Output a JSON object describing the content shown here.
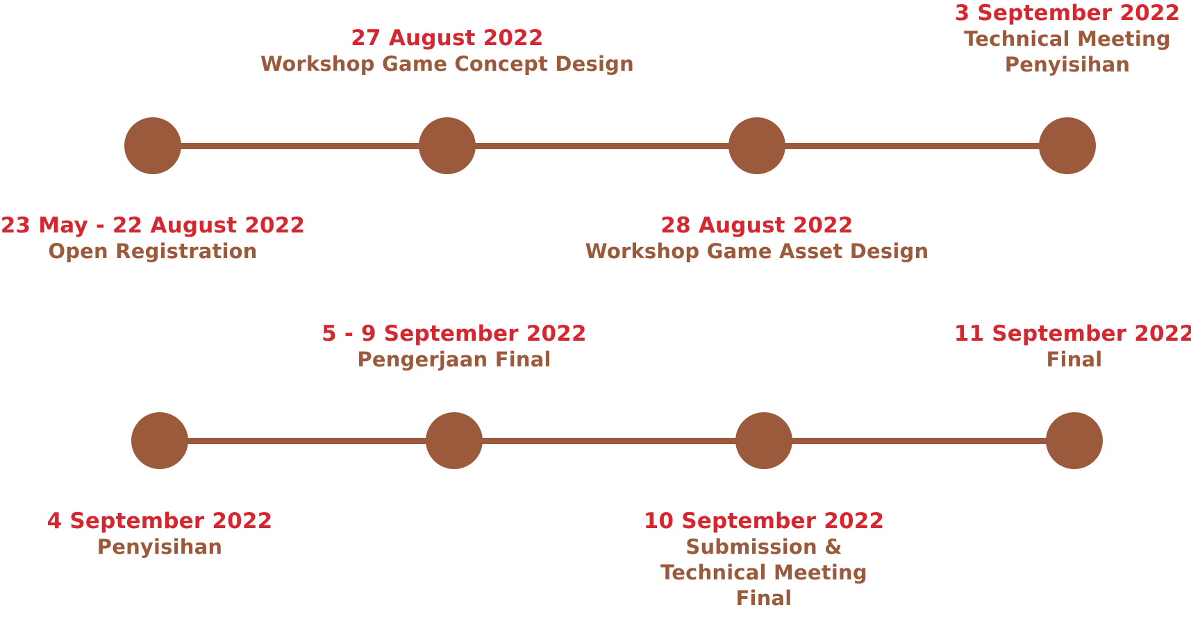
{
  "theme": {
    "date_color": "#d4272f",
    "event_color": "#9c5a3c",
    "node_color": "#9c5a3c"
  },
  "timeline": {
    "rows": [
      {
        "milestones": [
          {
            "date": "23 May - 22 August 2022",
            "event_lines": [
              "Open Registration"
            ]
          },
          {
            "date": "27 August 2022",
            "event_lines": [
              "Workshop Game Concept Design"
            ]
          },
          {
            "date": "28 August 2022",
            "event_lines": [
              "Workshop Game Asset Design"
            ]
          },
          {
            "date": "3 September 2022",
            "event_lines": [
              "Technical Meeting",
              "Penyisihan"
            ]
          }
        ]
      },
      {
        "milestones": [
          {
            "date": "4 September 2022",
            "event_lines": [
              "Penyisihan"
            ]
          },
          {
            "date": "5 - 9 September 2022",
            "event_lines": [
              "Pengerjaan Final"
            ]
          },
          {
            "date": "10 September 2022",
            "event_lines": [
              "Submission &",
              "Technical Meeting",
              "Final"
            ]
          },
          {
            "date": "11 September 2022",
            "event_lines": [
              "Final"
            ]
          }
        ]
      }
    ]
  }
}
